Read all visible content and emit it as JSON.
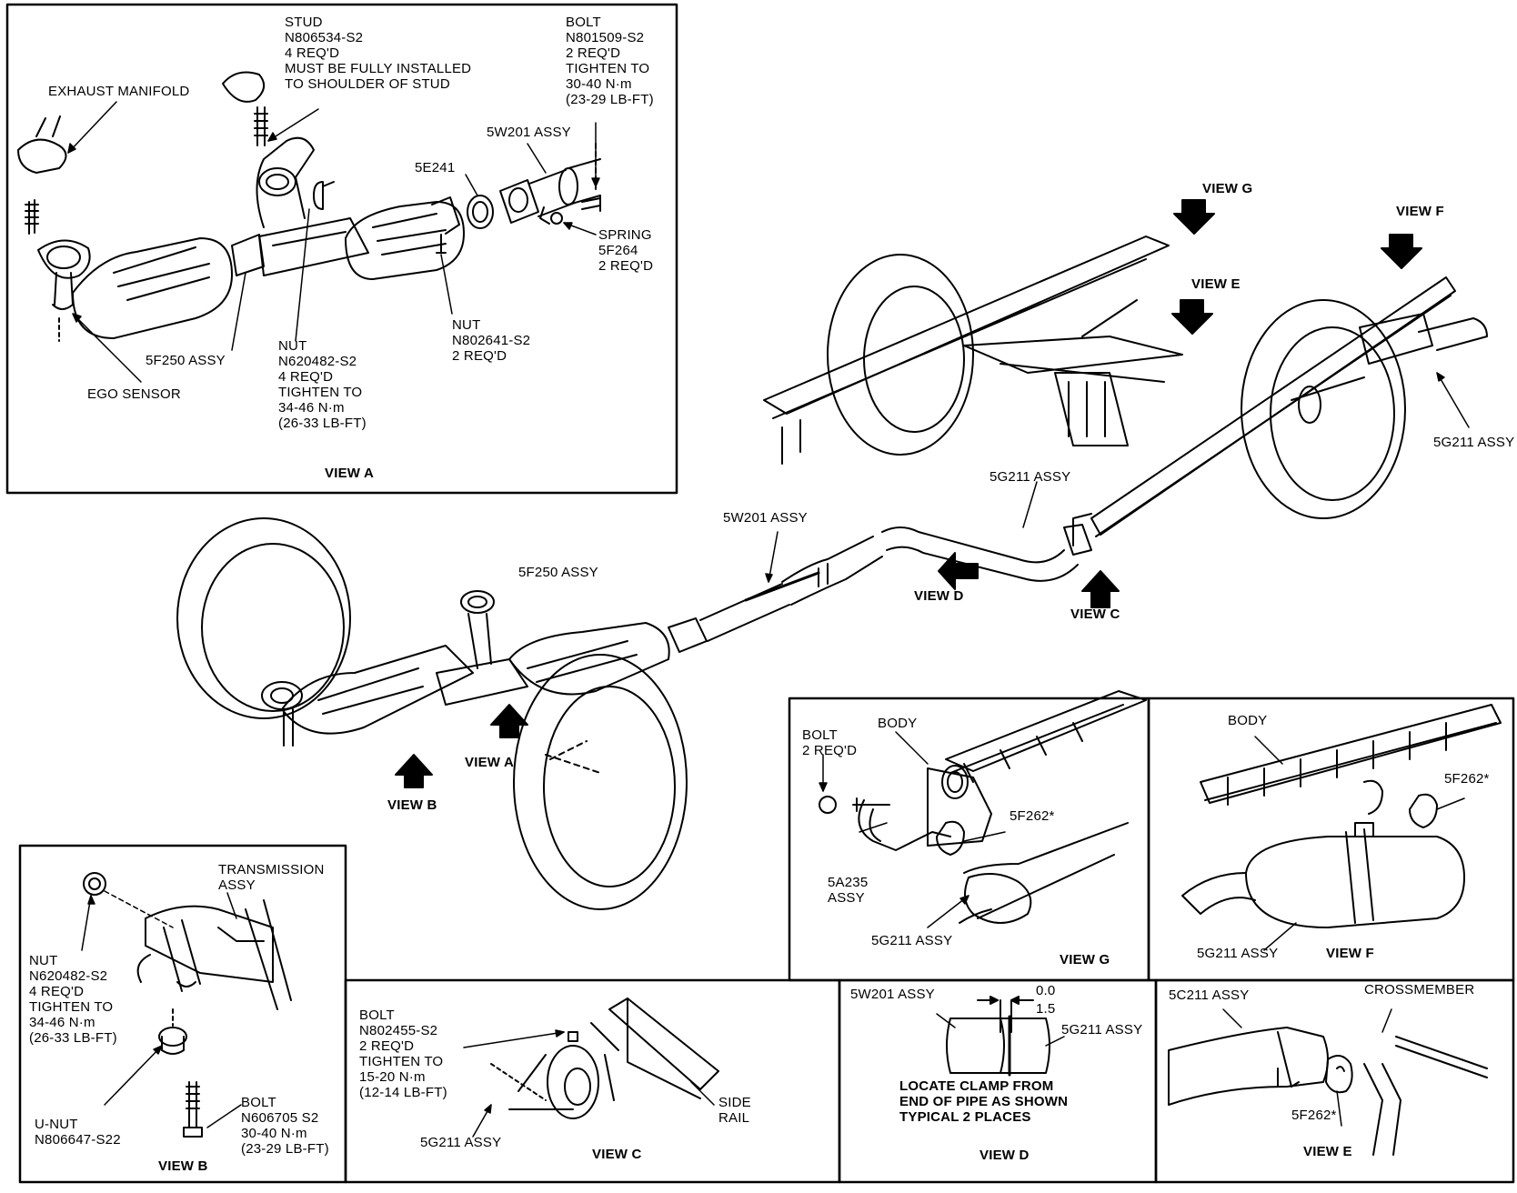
{
  "view_a": {
    "title": "VIEW A",
    "exhaust_manifold": "EXHAUST MANIFOLD",
    "stud": [
      "STUD",
      "N806534-S2",
      "4 REQ'D",
      "MUST BE FULLY INSTALLED",
      "TO SHOULDER OF STUD"
    ],
    "bolt": [
      "BOLT",
      "N801509-S2",
      "2 REQ'D",
      "TIGHTEN TO",
      "30-40 N·m",
      "(23-29 LB-FT)"
    ],
    "pipe_5w201": "5W201 ASSY",
    "gasket_5e241": "5E241",
    "spring": [
      "SPRING",
      "5F264",
      "2 REQ'D"
    ],
    "nut_right": [
      "NUT",
      "N802641-S2",
      "2 REQ'D"
    ],
    "nut_left": [
      "NUT",
      "N620482-S2",
      "4 REQ'D",
      "TIGHTEN TO",
      "34-46 N·m",
      "(26-33 LB-FT)"
    ],
    "converter": "5F250 ASSY",
    "ego_sensor": "EGO SENSOR"
  },
  "main": {
    "view_g": "VIEW G",
    "view_f": "VIEW F",
    "view_e": "VIEW E",
    "view_d": "VIEW D",
    "view_c": "VIEW C",
    "view_b": "VIEW B",
    "view_a": "VIEW A",
    "muffler_right": "5G211 ASSY",
    "muffler_pipe": "5G211 ASSY",
    "pipe_5w201": "5W201 ASSY",
    "converter": "5F250 ASSY"
  },
  "view_b": {
    "title": "VIEW B",
    "transmission": [
      "TRANSMISSION",
      "ASSY"
    ],
    "nut": [
      "NUT",
      "N620482-S2",
      "4 REQ'D",
      "TIGHTEN TO",
      "34-46 N·m",
      "(26-33 LB-FT)"
    ],
    "unut": [
      "U-NUT",
      "N806647-S22"
    ],
    "bolt": [
      "BOLT",
      "N606705 S2",
      "30-40 N·m",
      "(23-29 LB-FT)"
    ]
  },
  "view_c": {
    "title": "VIEW C",
    "bolt": [
      "BOLT",
      "N802455-S2",
      "2 REQ'D",
      "TIGHTEN TO",
      "15-20 N·m",
      "(12-14 LB-FT)"
    ],
    "side_rail": [
      "SIDE",
      "RAIL"
    ],
    "muffler": "5G211 ASSY"
  },
  "view_d": {
    "title": "VIEW D",
    "pipe_5w201": "5W201 ASSY",
    "dim_top": "0.0",
    "dim_bottom": "1.5",
    "muffler": "5G211 ASSY",
    "note": [
      "LOCATE CLAMP FROM",
      "END OF PIPE AS SHOWN",
      "TYPICAL 2 PLACES"
    ]
  },
  "view_g": {
    "title": "VIEW G",
    "bolt": [
      "BOLT",
      "2 REQ'D"
    ],
    "body": "BODY",
    "insulator": "5F262*",
    "bracket": [
      "5A235",
      "ASSY"
    ],
    "muffler": "5G211 ASSY"
  },
  "view_f": {
    "title": "VIEW F",
    "body": "BODY",
    "insulator": "5F262*",
    "muffler": "5G211 ASSY"
  },
  "view_e": {
    "title": "VIEW E",
    "pipe": "5C211 ASSY",
    "crossmember": "CROSSMEMBER",
    "insulator": "5F262*"
  }
}
